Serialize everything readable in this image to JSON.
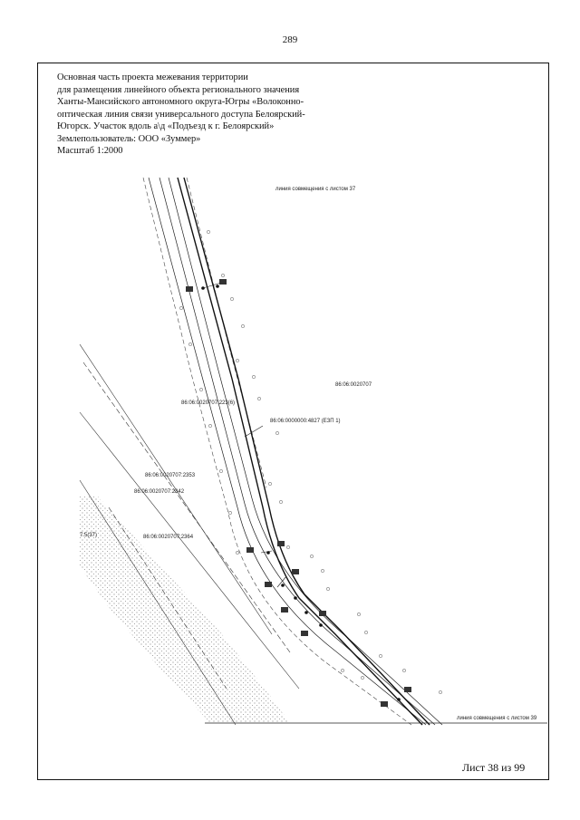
{
  "page_number": "289",
  "title_lines": [
    "Основная часть проекта межевания территории",
    "для размещения линейного объекта  регионального значения",
    "Ханты-Мансийского автономного округа-Югры «Волоконно-",
    "оптическая линия связи универсального доступа Белоярский-",
    "Югорск. Участок вдоль а\\д «Подъезд к г. Белоярский»",
    "Землепользователь: ООО «Зуммер»",
    "Масштаб 1:2000"
  ],
  "map": {
    "labels": {
      "match_top": "линия совмещения с листом 37",
      "quarter": "86:06:0020707",
      "parcel_223": "86:06:0020707:223(6)",
      "parcel_4827": "86:06:0000000:4827 (ЕЗП 1)",
      "parcel_2353": "86:06:0020707:2353",
      "parcel_2342": "86:06:0020707:2342",
      "parcel_2364": "86:06:0020707:2364",
      "left_edge": "7:5(37)",
      "match_bottom": "линия совмещения с листом 39"
    },
    "colors": {
      "line": "#222222",
      "cable_line": "#111111",
      "dashed": "#444444",
      "point_label_bg": "#333333"
    }
  },
  "footer": {
    "sheet": "Лист 38 из 99"
  }
}
